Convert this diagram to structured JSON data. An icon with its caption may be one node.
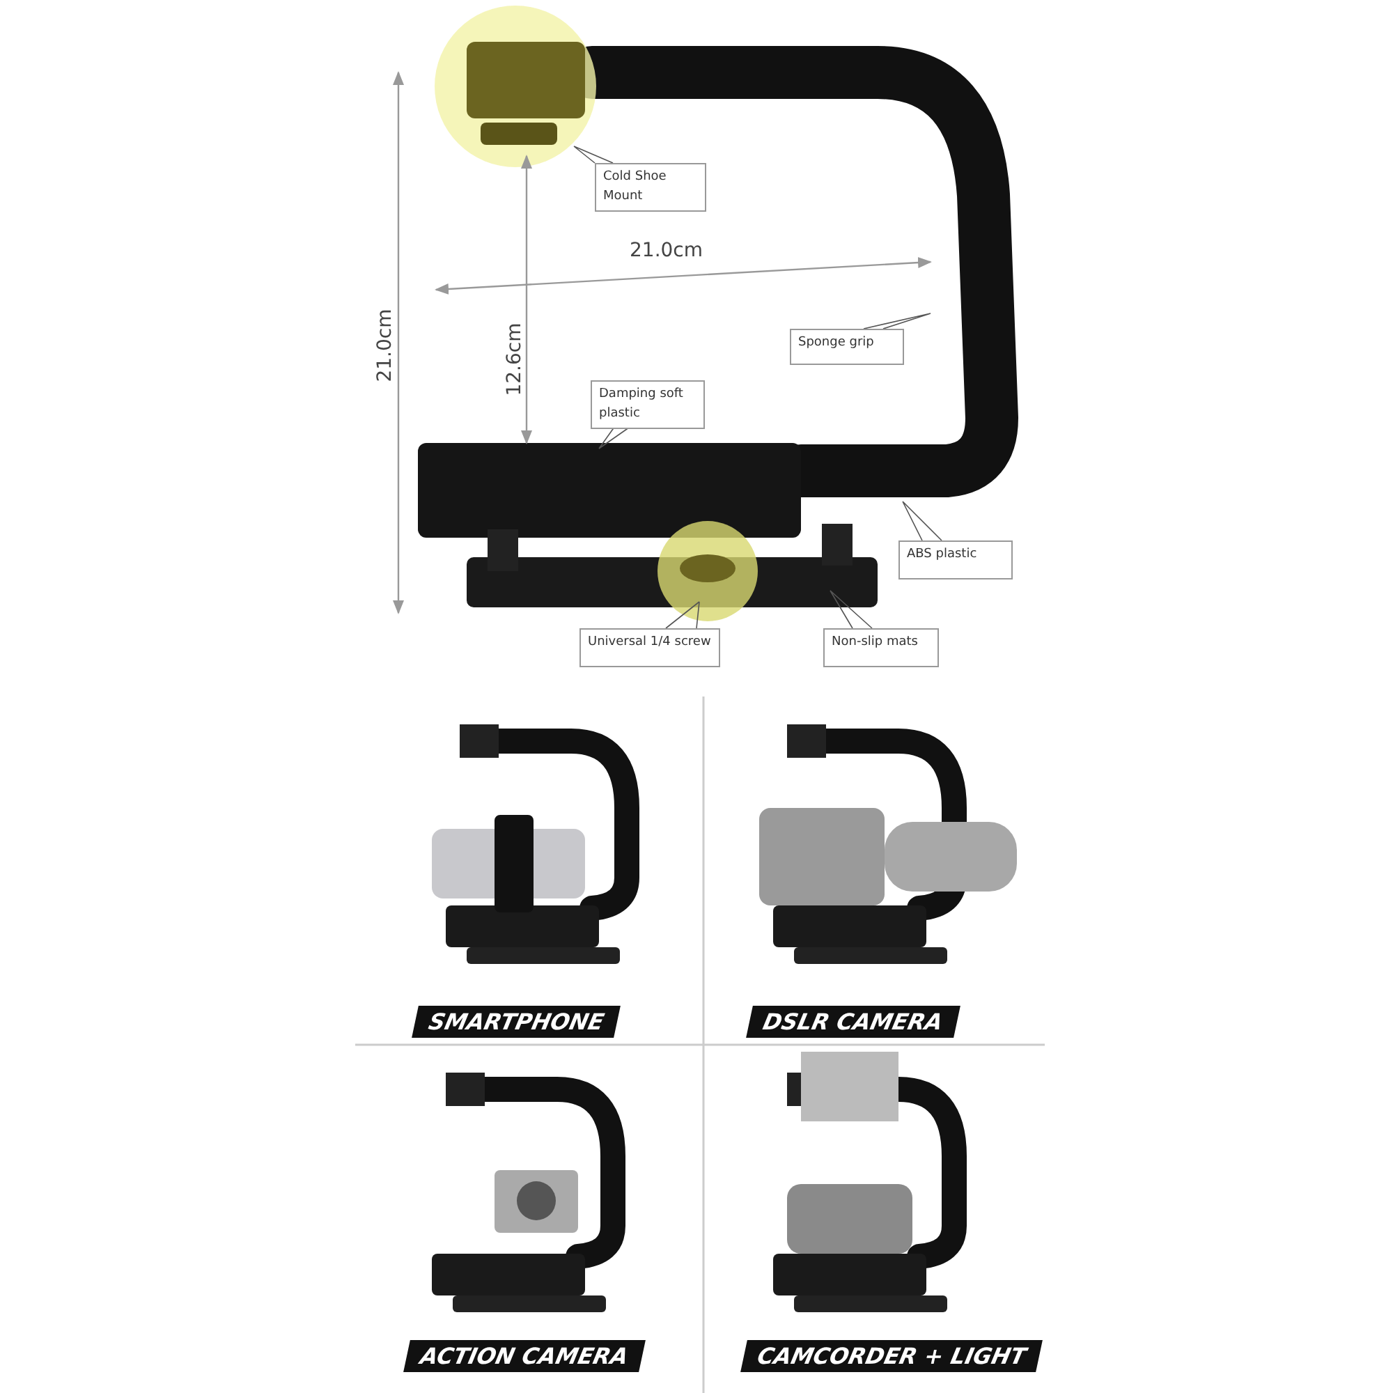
{
  "diagram": {
    "nodes": [
      {
        "text": [
          "Cold Shoe Mount"
        ]
      },
      {
        "text": [
          "Sponge grip"
        ]
      },
      {
        "text": [
          "Damping soft plastic"
        ]
      },
      {
        "text": [
          "ABS plastic"
        ]
      },
      {
        "text": [
          "Universal 1/4 screw"
        ]
      },
      {
        "text": [
          "Non-slip mats"
        ]
      }
    ],
    "edges": [
      {
        "from": 0,
        "to": null,
        "arrow": "none"
      },
      {
        "from": 1,
        "to": null,
        "arrow": "none"
      },
      {
        "from": 2,
        "to": null,
        "arrow": "none"
      },
      {
        "from": 3,
        "to": null,
        "arrow": "none"
      },
      {
        "from": 4,
        "to": null,
        "arrow": "none"
      },
      {
        "from": 5,
        "to": null,
        "arrow": "none"
      }
    ],
    "labels": [
      "21.0cm",
      "21.0cm",
      "12.6cm",
      "SMARTPHONE",
      "DSLR CAMERA",
      "ACTION CAMERA",
      "CAMCORDER + LIGHT"
    ]
  }
}
